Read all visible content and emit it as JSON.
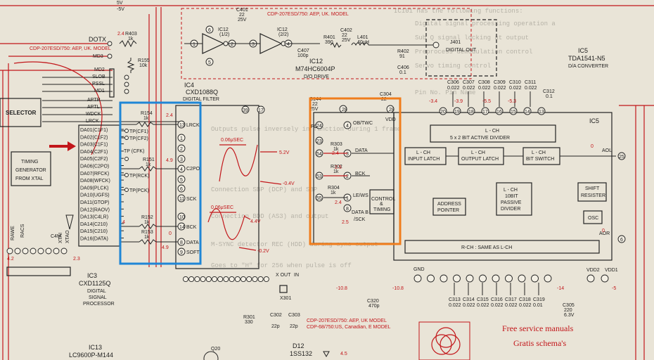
{
  "top_left": {
    "volt_5v": "5V",
    "volt_m5v": "-5V"
  },
  "signals": {
    "dotx": "DOTX",
    "md3": "MD3",
    "md2": "MD2",
    "slob": "SLOB",
    "pssl": "PSSL",
    "md1": "MD1",
    "aptr": "APTR",
    "aptl": "APTL",
    "wdck": "WDCK",
    "lrck": "LRCK",
    "red_note": "CDP-207ESD/750: AEP, UK. MODEL",
    "red_volt": "2.4"
  },
  "resistors": {
    "r403": "R403",
    "r403v": "1k",
    "r155": "R155",
    "r155v": "10k",
    "r154": "R154",
    "r154v": "1k",
    "r151": "R151",
    "r151v": "1k",
    "r152": "R152",
    "r152v": "1k",
    "r153": "R153",
    "r153v": "1k",
    "r401": "R401",
    "r401v": "390",
    "r402": "R402",
    "r402v": "91",
    "r303": "R303",
    "r303v": "1k",
    "r302": "R302",
    "r302v": "1k",
    "r304": "R304",
    "r304v": "1k",
    "r301": "R301",
    "r301v": "330"
  },
  "caps": {
    "c401": "C401",
    "c401v": "22",
    "c401v2": "25V",
    "c402": "C402",
    "c402v": "22",
    "c402v2": "25V",
    "c407": "C407",
    "c407v": "100p",
    "c406": "C406",
    "c406v": "0.1",
    "c144": "C144",
    "c144v": "22",
    "c144v2": "25V",
    "c304": "C304",
    "c304v": "22",
    "c306": "C306",
    "c307": "C307",
    "c308": "C308",
    "c309": "C309",
    "c310": "C310",
    "c311": "C311",
    "c312": "C312",
    "c312v": "0.1",
    "c313": "C313",
    "c314": "C314",
    "c315": "C315",
    "c316": "C316",
    "c317": "C317",
    "c318": "C318",
    "c319": "C319",
    "cap_v": "0.022",
    "cap_v2": "0.01",
    "c320": "C320",
    "c320v": "470p",
    "c305": "C305",
    "c305v": "220",
    "c305v2": "6.3V",
    "c302": "C302",
    "c302v": "22p",
    "c303": "C303",
    "c303v": "22p"
  },
  "inductors": {
    "l401": "L401",
    "l401v": "40μH"
  },
  "ics": {
    "ic12_1": "IC12",
    "ic12_1u": "(1/2)",
    "ic12_2": "IC12",
    "ic12_2u": "(2/2)",
    "ic12_name": "IC12",
    "ic12_part": "M74HC6004P",
    "ic12_desc": "D/O DRIVE",
    "ic4": "IC4",
    "ic4_part": "CXD1088Q",
    "ic4_desc": "DIGITAL FILTER",
    "ic5": "IC5",
    "ic5_part": "TDA1541-N5",
    "ic5_desc": "D/A CONVERTER",
    "ic3": "IC3",
    "ic3_part": "CXD1125Q",
    "ic3_desc1": "DIGITAL",
    "ic3_desc2": "SIGNAL",
    "ic3_desc3": "PROCESSOR",
    "ic13": "IC13",
    "ic13_part": "LC9600P-M144"
  },
  "j401": {
    "name": "J401",
    "desc": "DIGITAL OUT"
  },
  "blocks": {
    "selector": "SELECTOR",
    "timing1": "TIMING",
    "timing2": "GENERATOR",
    "timing3": "FROM XTAL",
    "l_ch": "L - CH",
    "divider": "5 x 2 BIT ACTIVE  DIVIDER",
    "input_latch": "L-CH INPUT LATCH",
    "output_latch": "L-CH OUTPUT LATCH",
    "bit_switch": "L-CH BIT SWITCH",
    "passive1": "L - CH",
    "passive2": "10BIT",
    "passive3": "PASSIVE",
    "passive4": "DIVIDER",
    "addr1": "ADDRESS",
    "addr2": "POINTER",
    "ctrl1": "CONTROL",
    "ctrl2": "&",
    "ctrl3": "TIMING",
    "shift1": "SHIFT",
    "shift2": "RESISTER",
    "osc": "OSC",
    "rch": "R-CH : SAME AS L-CH"
  },
  "ic3_pins": [
    "DA01(C1F1)",
    "DA02(C1F2)",
    "DA03(C1F1)",
    "DA04(C2F1)",
    "DA05(C2F2)",
    "DA06(C2PO)",
    "DA07(RFCK)",
    "DA08(WFCK)",
    "DA09(PLCK)",
    "DA10(UGFS)",
    "DA11(GTOP)",
    "DA12(RAOV)",
    "DA13(C4LR)",
    "DA14(C210)",
    "DA15(C210)",
    "DA16(DATA)"
  ],
  "ic4_pins": {
    "lrck": "LRCK",
    "c2po": "C2PO",
    "sck": "SCK",
    "bck": "BCK",
    "data": "DATA",
    "soft": "SOFT"
  },
  "testpoints": {
    "tp1": "TP(CF1)",
    "tp2": "TP(CF2)",
    "tp3": "TP (CFK)",
    "tp4": "TP(RCK)",
    "tp5": "TP(PCK)"
  },
  "ic5_pins": {
    "ob_twc": "OB/TWC",
    "fo": "FO",
    "data": "DATA",
    "bck": "BCK",
    "le_ws": "LE/WS",
    "data_b": "DATA B",
    "sck": "/SCK",
    "vdd": "VDD",
    "aol": "AOL",
    "aor": "AOR",
    "vdd2": "VDD2",
    "vdd1": "VDD1",
    "gnd": "GND",
    "x_out": "X OUT",
    "in": "IN"
  },
  "waveforms": {
    "w1": "0.06μSEC",
    "w1v": "5.2V",
    "w1v2": "-0.4V",
    "w2": "0.06μSEC",
    "w2v": "4.4V",
    "w2v2": "-0.2V"
  },
  "misc": {
    "x301": "X301",
    "d12": "D12",
    "d12p": "1SS132",
    "q20": "Q20",
    "rawe": "RAWE",
    "racs": "RACS",
    "c4m": "C4M",
    "xtai": "XTAI",
    "xtao": "XTAO",
    "note1": "CDP-207ESD/750: AEP, UK. MODEL",
    "note2": "CDP-68/750:US, Canadian, E MODEL",
    "note3": "CDP-207ESD/750: AEP, UK MODEL"
  },
  "voltages": {
    "v14": "-14",
    "v5": "-5",
    "v108": "-10.8",
    "v108b": "-10.8",
    "v34": "-3.4",
    "v39": "-3.9",
    "v55": "-5.5",
    "v53": "-5.3",
    "v24": "2.4",
    "v25": "2.5",
    "v49": "4.9",
    "v42": "4.2",
    "v23": "2.3",
    "v45": "4.5",
    "v0": "0",
    "v4": "4"
  },
  "watermark": {
    "line1": "Free service manuals",
    "line2": "Gratis schema's"
  },
  "highlights": {
    "blue": "#1f86d6",
    "orange": "#f07d1c",
    "red": "#c2161a"
  }
}
